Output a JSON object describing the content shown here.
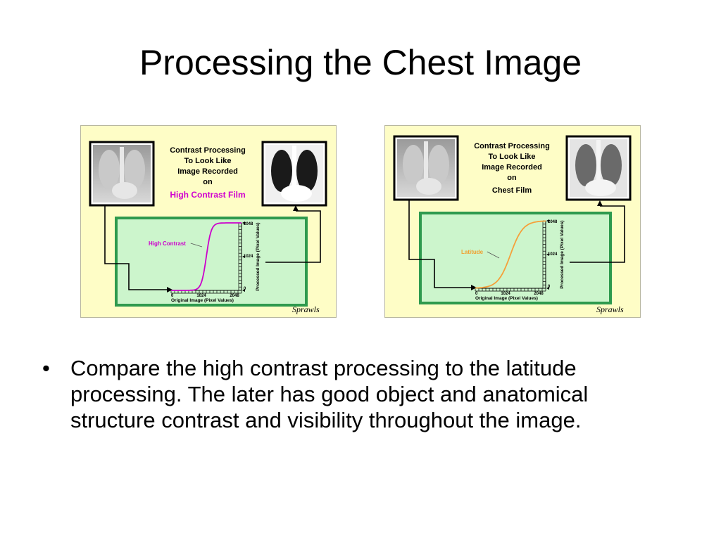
{
  "slide": {
    "title": "Processing the Chest Image",
    "bullet_symbol": "•",
    "bullet_text": "Compare the high contrast processing to the latitude processing. The later has good object and anatomical structure contrast and visibility throughout the image."
  },
  "panels": [
    {
      "caption_lines": [
        "Contrast Processing",
        "To Look Like",
        "Image Recorded",
        "on"
      ],
      "caption_last": "High Contrast Film",
      "caption_last_color": "#d000d0",
      "curve_label": "High Contrast",
      "curve_color": "#cc00cc",
      "label_color": "#cc00cc",
      "steepness": 0.014,
      "xaxis_title": "Original Image (Pixel Values)",
      "yaxis_title": "Processed Image (Pixel Values)",
      "x_ticks": [
        "0",
        "1024",
        "2048"
      ],
      "y_ticks": [
        "2048",
        "1024",
        "0"
      ],
      "signature": "Sprawls"
    },
    {
      "caption_lines": [
        "Contrast Processing",
        "To Look Like",
        "Image Recorded",
        "on"
      ],
      "caption_last": "Chest Film",
      "caption_last_color": "#000000",
      "curve_label": "Latitude",
      "curve_color": "#f5a03a",
      "label_color": "#f0a030",
      "steepness": 0.0055,
      "xaxis_title": "Original Image (Pixel Values)",
      "yaxis_title": "Processed Image (Pixel Values)",
      "x_ticks": [
        "0",
        "1024",
        "2048"
      ],
      "y_ticks": [
        "2048",
        "1024",
        "0"
      ],
      "signature": "Sprawls"
    }
  ],
  "colors": {
    "panel_bg": "#fefdc6",
    "green_box": "#ccf5cc",
    "green_border": "#2e9a4e"
  }
}
